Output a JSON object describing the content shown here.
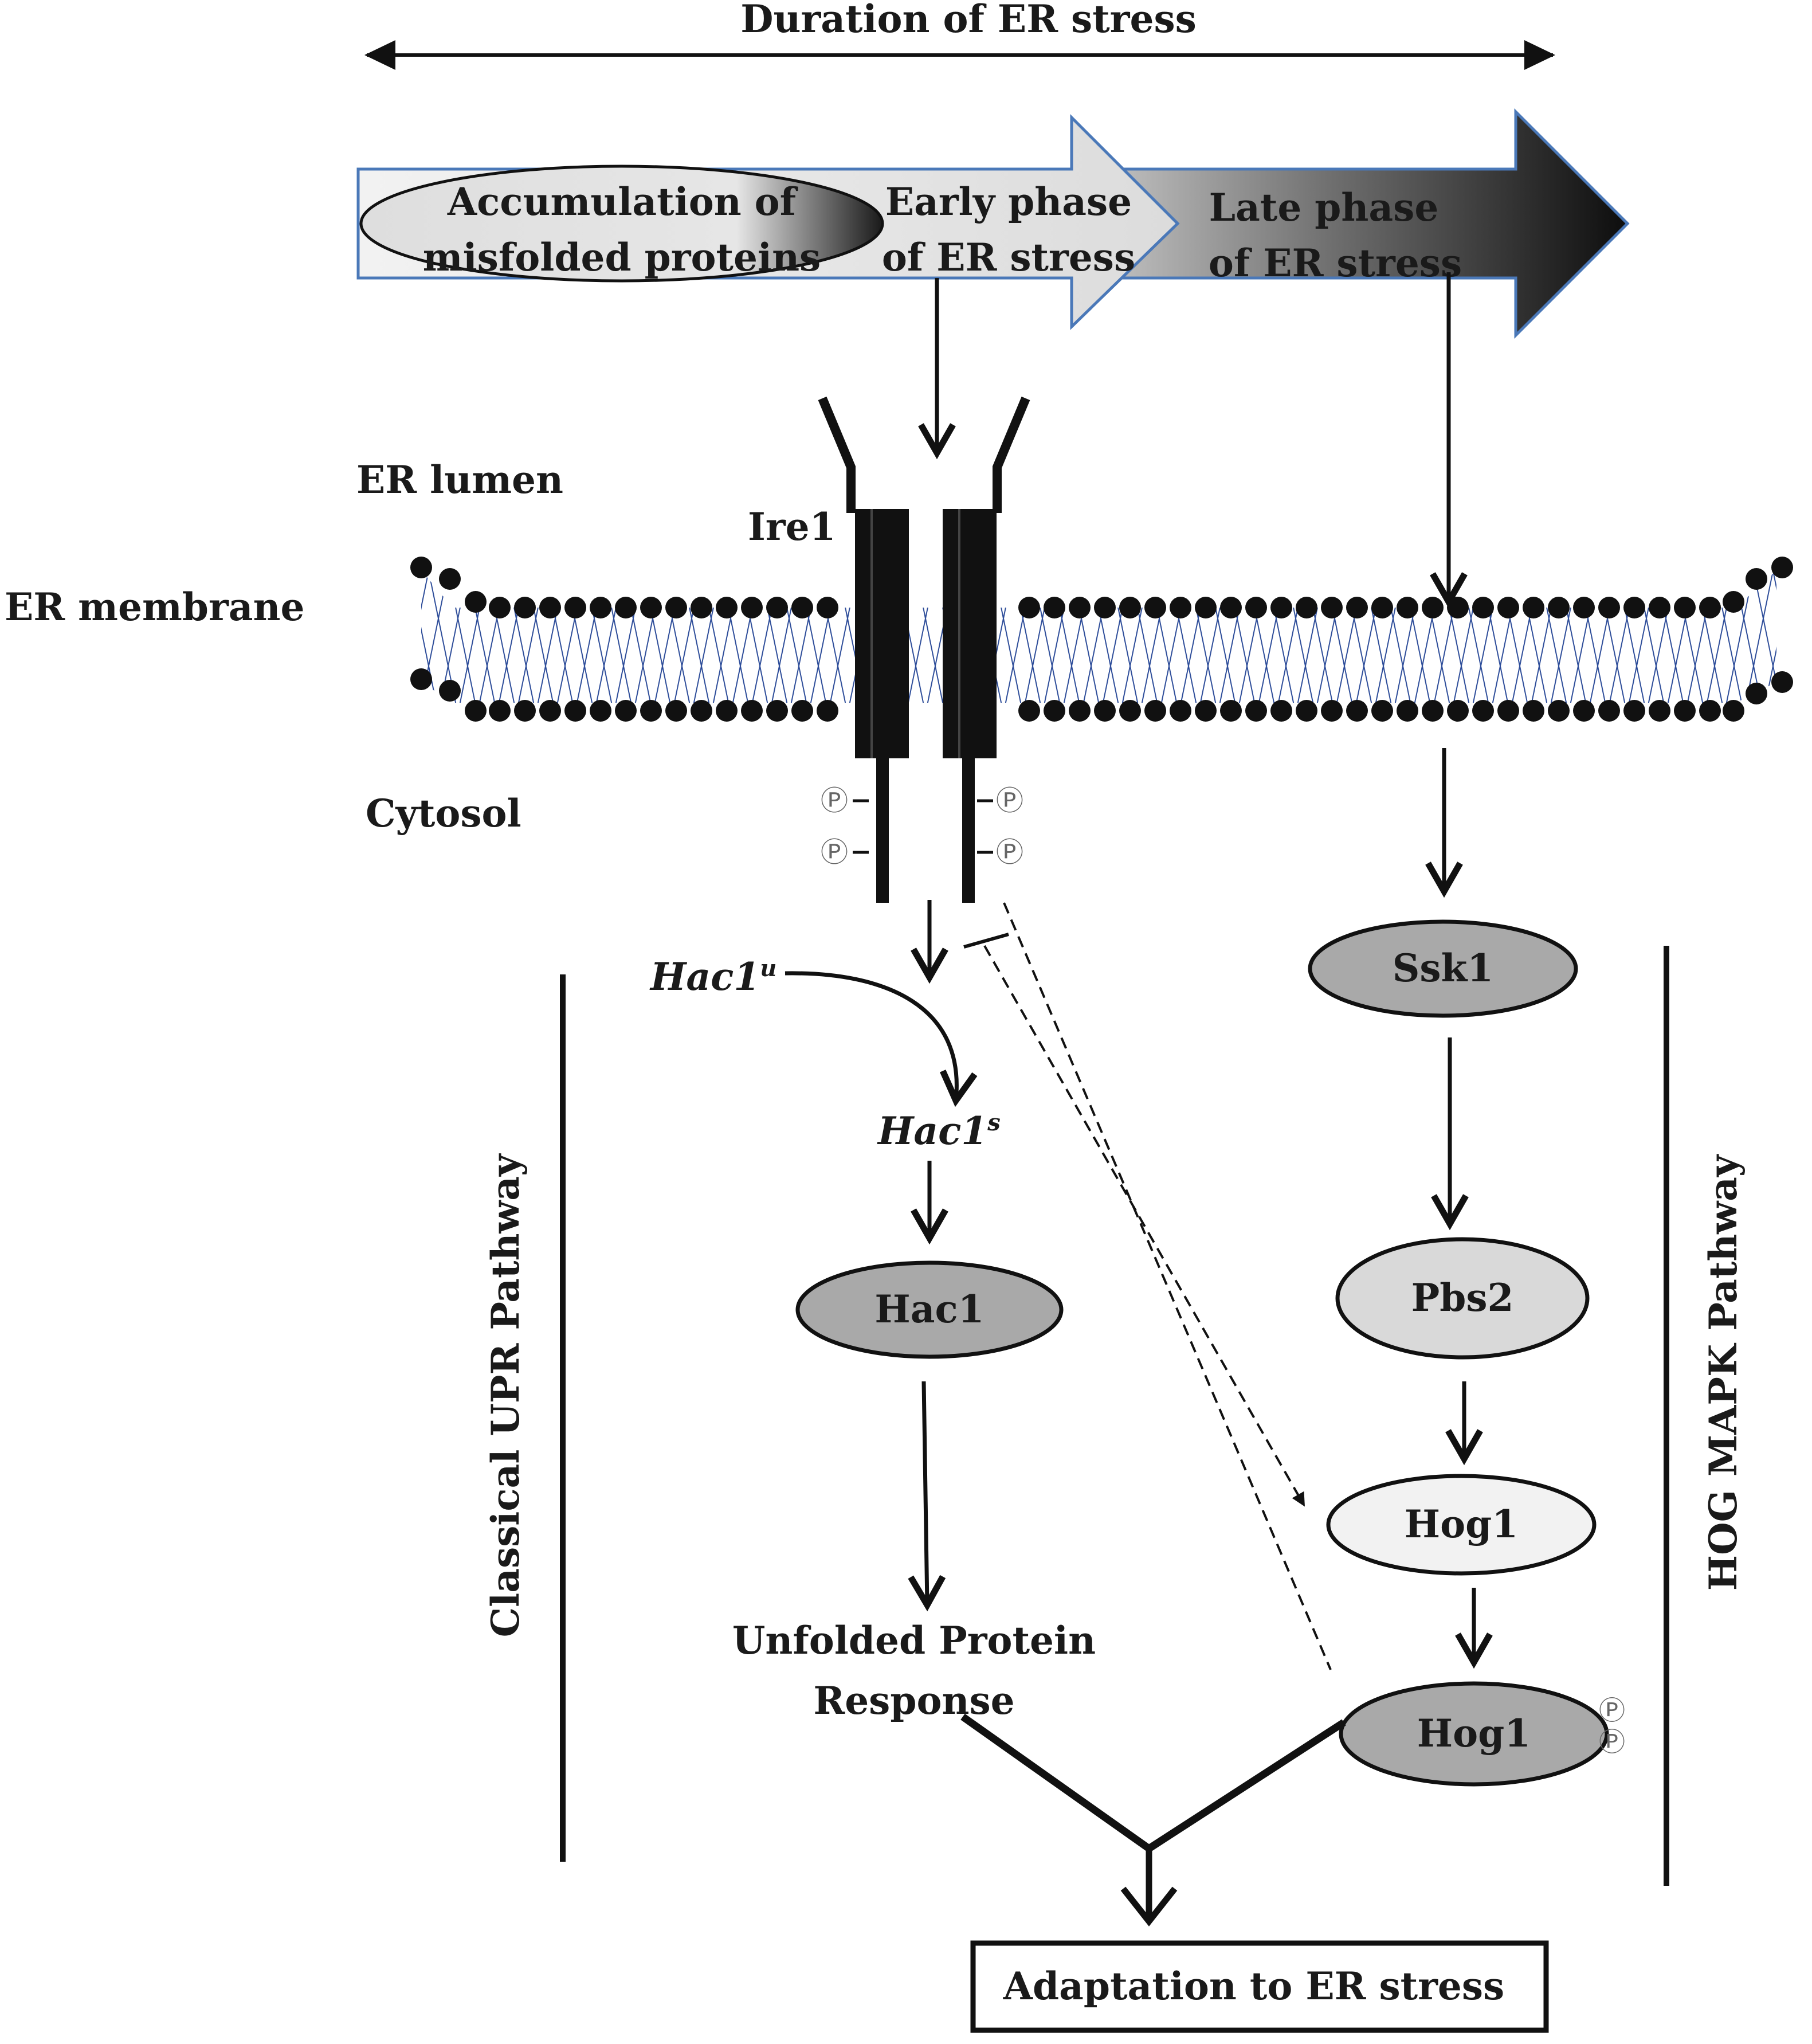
{
  "title": "Duration of ER stress",
  "phases": {
    "accumulation": [
      "Accumulation of",
      "misfolded proteins"
    ],
    "early": [
      "Early phase",
      "of ER stress"
    ],
    "late": [
      "Late phase",
      "of ER stress"
    ]
  },
  "compartments": {
    "lumen": "ER lumen",
    "membrane": "ER membrane",
    "cytosol": "Cytosol"
  },
  "receptor": "Ire1",
  "phospho_symbol": "Ⓟ",
  "upr": {
    "hac1u_base": "Hac1",
    "hac1u_sup": "u",
    "hac1s_base": "Hac1",
    "hac1s_sup": "s",
    "hac1": "Hac1",
    "response": [
      "Unfolded Protein",
      "Response"
    ]
  },
  "hog": {
    "ssk1": "Ssk1",
    "pbs2": "Pbs2",
    "hog1": "Hog1",
    "hog1p": "Hog1"
  },
  "pathways": {
    "left": "Classical UPR Pathway",
    "right": "HOG MAPK Pathway"
  },
  "outcome": "Adaptation to ER stress"
}
